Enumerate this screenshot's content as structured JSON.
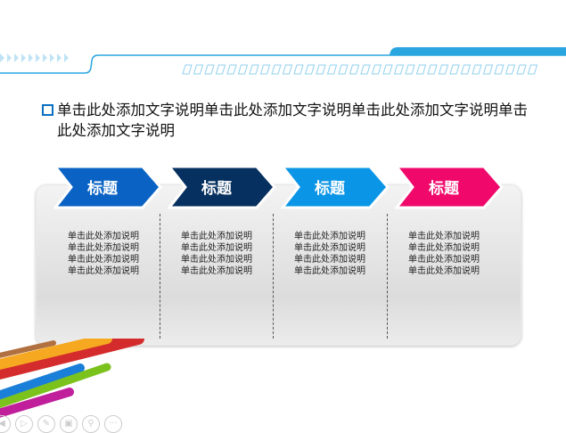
{
  "heading": "单击此处添加文字说明单击此处添加文字说明单击此处添加文字说明单击此处添加文字说明",
  "steps": [
    {
      "title": "标题",
      "color": "#0a63c4",
      "lines": [
        "单击此处添加说明",
        "单击此处添加说明",
        "单击此处添加说明",
        "单击此处添加说明"
      ]
    },
    {
      "title": "标题",
      "color": "#06305f",
      "lines": [
        "单击此处添加说明",
        "单击此处添加说明",
        "单击此处添加说明",
        "单击此处添加说明"
      ]
    },
    {
      "title": "标题",
      "color": "#0b95e6",
      "lines": [
        "单击此处添加说明",
        "单击此处添加说明",
        "单击此处添加说明",
        "单击此处添加说明"
      ]
    },
    {
      "title": "标题",
      "color": "#f0086b",
      "lines": [
        "单击此处添加说明",
        "单击此处添加说明",
        "单击此处添加说明",
        "单击此处添加说明"
      ]
    }
  ],
  "accent": "#29a6e0",
  "nav_icons": [
    "previous-icon",
    "next-icon",
    "pen-icon",
    "slides-icon",
    "zoom-icon",
    "more-icon"
  ]
}
